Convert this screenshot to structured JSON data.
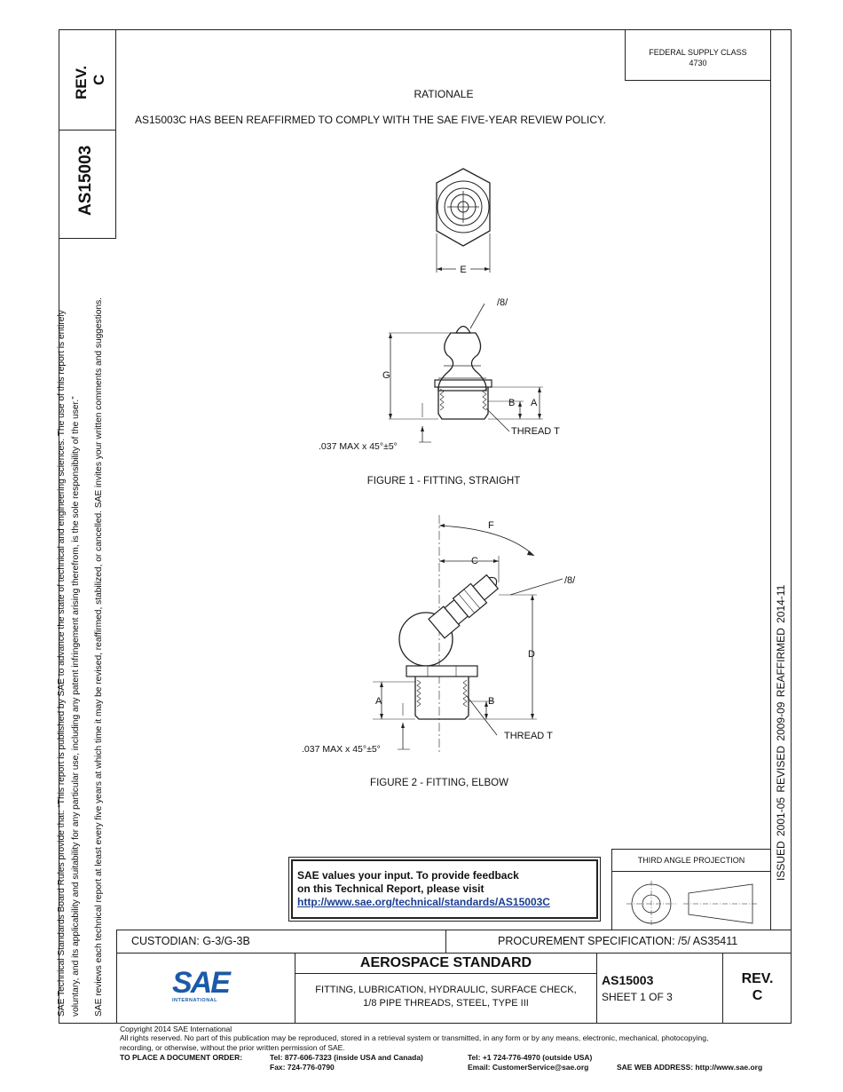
{
  "left_strip": {
    "rev_label": "REV.",
    "rev_value": "C",
    "doc_number": "AS15003",
    "notice_1": "SAE Technical Standards Board Rules provide that: “This report is published by SAE to advance the state of technical and engineering sciences. The use of this report is entirely",
    "notice_2": "voluntary, and its applicability and suitability for any particular use, including any patent infringement arising therefrom, is the sole responsibility of the user.”",
    "notice_3": "SAE reviews each technical report at least every five years at which time it may be revised, reaffirmed, stabilized, or cancelled. SAE invites your written comments and suggestions."
  },
  "right_strip": {
    "history": "ISSUED 2001-05    REVISED 2009-09    REAFFIRMED 2014-11"
  },
  "header": {
    "fsc_label": "FEDERAL SUPPLY CLASS",
    "fsc_value": "4730"
  },
  "rationale": {
    "title": "RATIONALE",
    "text": "AS15003C HAS BEEN REAFFIRMED TO COMPLY WITH THE SAE FIVE-YEAR REVIEW POLICY."
  },
  "figure1": {
    "caption": "FIGURE 1 - FITTING, STRAIGHT",
    "dim_e": "E",
    "dim_g": "G",
    "dim_a": "A",
    "dim_b": "B",
    "finish": "/8/",
    "thread": "THREAD T",
    "chamfer": ".037 MAX x 45°±5°"
  },
  "figure2": {
    "caption": "FIGURE 2 - FITTING, ELBOW",
    "dim_f": "F",
    "dim_c": "C",
    "dim_d": "D",
    "dim_a": "A",
    "dim_b": "B",
    "finish": "/8/",
    "thread": "THREAD T",
    "chamfer": ".037 MAX x 45°±5°"
  },
  "feedback": {
    "line1": "SAE values your input. To provide feedback",
    "line2": "on this Technical Report, please visit",
    "link": "http://www.sae.org/technical/standards/AS15003C"
  },
  "projection": {
    "label": "THIRD ANGLE PROJECTION"
  },
  "custodian": {
    "text": "CUSTODIAN: G-3/G-3B",
    "procurement": "PROCUREMENT SPECIFICATION: /5/ AS35411"
  },
  "title_block": {
    "logo_text": "SAE",
    "logo_sub": "INTERNATIONAL",
    "standard": "AEROSPACE STANDARD",
    "description_1": "FITTING, LUBRICATION, HYDRAULIC, SURFACE CHECK,",
    "description_2": "1/8 PIPE THREADS, STEEL, TYPE III",
    "doc_number": "AS15003",
    "sheet": "SHEET 1 OF 3",
    "rev_label": "REV.",
    "rev_value": "C"
  },
  "footer": {
    "copyright": "Copyright 2014 SAE International",
    "rights_1": "All rights reserved. No part of this publication may be reproduced, stored in a retrieval system or transmitted, in any form or by any means, electronic, mechanical, photocopying,",
    "rights_2": "recording, or otherwise, without the prior written permission of SAE.",
    "order_label": "TO PLACE A DOCUMENT ORDER:",
    "tel_usa": "Tel: 877-606-7323 (inside USA and Canada)",
    "fax": "Fax: 724-776-0790",
    "tel_outside": "Tel: +1 724-776-4970 (outside USA)",
    "email": "Email: CustomerService@sae.org",
    "web": "SAE WEB ADDRESS: http://www.sae.org"
  }
}
